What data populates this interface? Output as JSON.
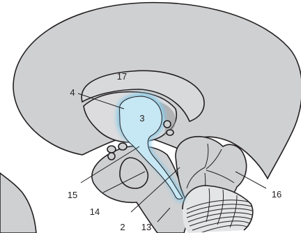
{
  "labels": {
    "l17": "17",
    "l4": "4",
    "l3": "3",
    "l15": "15",
    "l14": "14",
    "l2": "2",
    "l13": "13",
    "l16": "16"
  },
  "colors": {
    "brain_fill": "#cfd0d2",
    "outline": "#231f20",
    "ventricle": "#bfe3f2",
    "ventricle_glow": "#86c9e6",
    "shadow": "#8e8f92"
  }
}
